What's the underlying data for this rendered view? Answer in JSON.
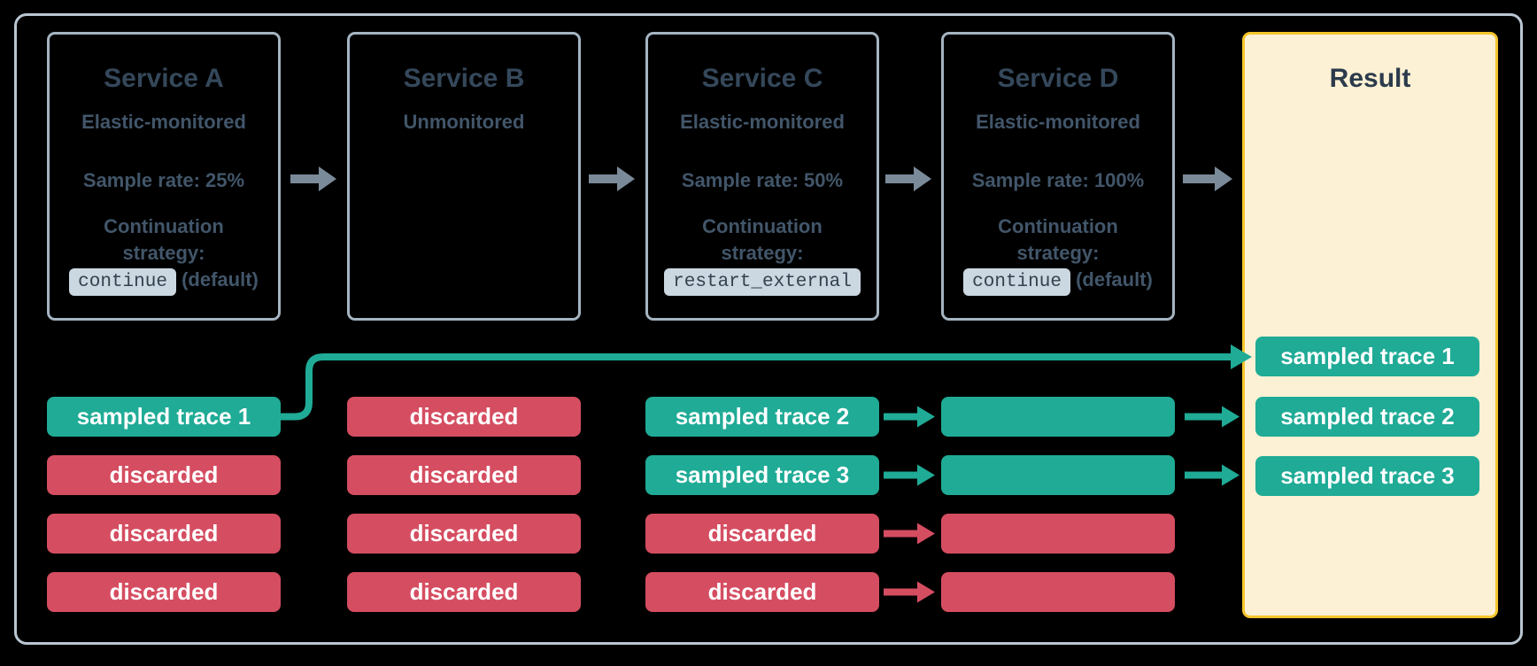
{
  "services": [
    {
      "title": "Service A",
      "subtitle": "Elastic-monitored",
      "sample_rate": "Sample rate: 25%",
      "strategy_intro": "Continuation strategy:",
      "strategy_code": "continue",
      "strategy_suffix": "(default)"
    },
    {
      "title": "Service B",
      "subtitle": "Unmonitored"
    },
    {
      "title": "Service C",
      "subtitle": "Elastic-monitored",
      "sample_rate": "Sample rate: 50%",
      "strategy_intro": "Continuation strategy:",
      "strategy_code": "restart_external"
    },
    {
      "title": "Service D",
      "subtitle": "Elastic-monitored",
      "sample_rate": "Sample rate: 100%",
      "strategy_intro": "Continuation strategy:",
      "strategy_code": "continue",
      "strategy_suffix": "(default)"
    }
  ],
  "result": {
    "title": "Result"
  },
  "trace_columns": [
    {
      "service": "Service A",
      "chips": [
        {
          "label": "sampled trace 1",
          "type": "sampled"
        },
        {
          "label": "discarded",
          "type": "discarded"
        },
        {
          "label": "discarded",
          "type": "discarded"
        },
        {
          "label": "discarded",
          "type": "discarded"
        }
      ]
    },
    {
      "service": "Service B",
      "chips": [
        {
          "label": "discarded",
          "type": "discarded"
        },
        {
          "label": "discarded",
          "type": "discarded"
        },
        {
          "label": "discarded",
          "type": "discarded"
        },
        {
          "label": "discarded",
          "type": "discarded"
        }
      ]
    },
    {
      "service": "Service C",
      "chips": [
        {
          "label": "sampled trace 2",
          "type": "sampled"
        },
        {
          "label": "sampled trace 3",
          "type": "sampled"
        },
        {
          "label": "discarded",
          "type": "discarded"
        },
        {
          "label": "discarded",
          "type": "discarded"
        }
      ]
    },
    {
      "service": "Service D",
      "chips": [
        {
          "label": "",
          "type": "sampled"
        },
        {
          "label": "",
          "type": "sampled"
        },
        {
          "label": "",
          "type": "discarded"
        },
        {
          "label": "",
          "type": "discarded"
        }
      ]
    }
  ],
  "result_chips": [
    {
      "label": "sampled trace 1",
      "type": "sampled"
    },
    {
      "label": "sampled trace 2",
      "type": "sampled"
    },
    {
      "label": "sampled trace 3",
      "type": "sampled"
    }
  ],
  "arrows": {
    "between_boxes": [
      {
        "from": "Service A",
        "to": "Service B"
      },
      {
        "from": "Service B",
        "to": "Service C"
      },
      {
        "from": "Service C",
        "to": "Service D"
      },
      {
        "from": "Service D",
        "to": "Result"
      }
    ],
    "chip_arrows": [
      {
        "col_from": "C",
        "row": 0,
        "type": "sampled"
      },
      {
        "col_from": "C",
        "row": 1,
        "type": "sampled"
      },
      {
        "col_from": "C",
        "row": 2,
        "type": "discarded"
      },
      {
        "col_from": "C",
        "row": 3,
        "type": "discarded"
      },
      {
        "col_from": "D",
        "row": 0,
        "type": "sampled"
      },
      {
        "col_from": "D",
        "row": 1,
        "type": "sampled"
      }
    ],
    "long_arrow": {
      "from": "Service A sampled trace 1",
      "to": "Result sampled trace 1",
      "type": "sampled"
    }
  },
  "colors": {
    "sampled": "#1FAB96",
    "discarded": "#D54D61",
    "frame_border": "#BAC6D1",
    "box_border": "#A4B4C2",
    "result_border": "#F5C52C",
    "result_fill": "#FCF1D4",
    "arrow_gray": "#7A8A99",
    "title_text": "#35485B",
    "result_title": "#2B3B4C",
    "body_text": "#42566A",
    "badge_bg": "#CBD7E1",
    "badge_text": "#33424F",
    "chip_text": "#FFFFFF"
  }
}
